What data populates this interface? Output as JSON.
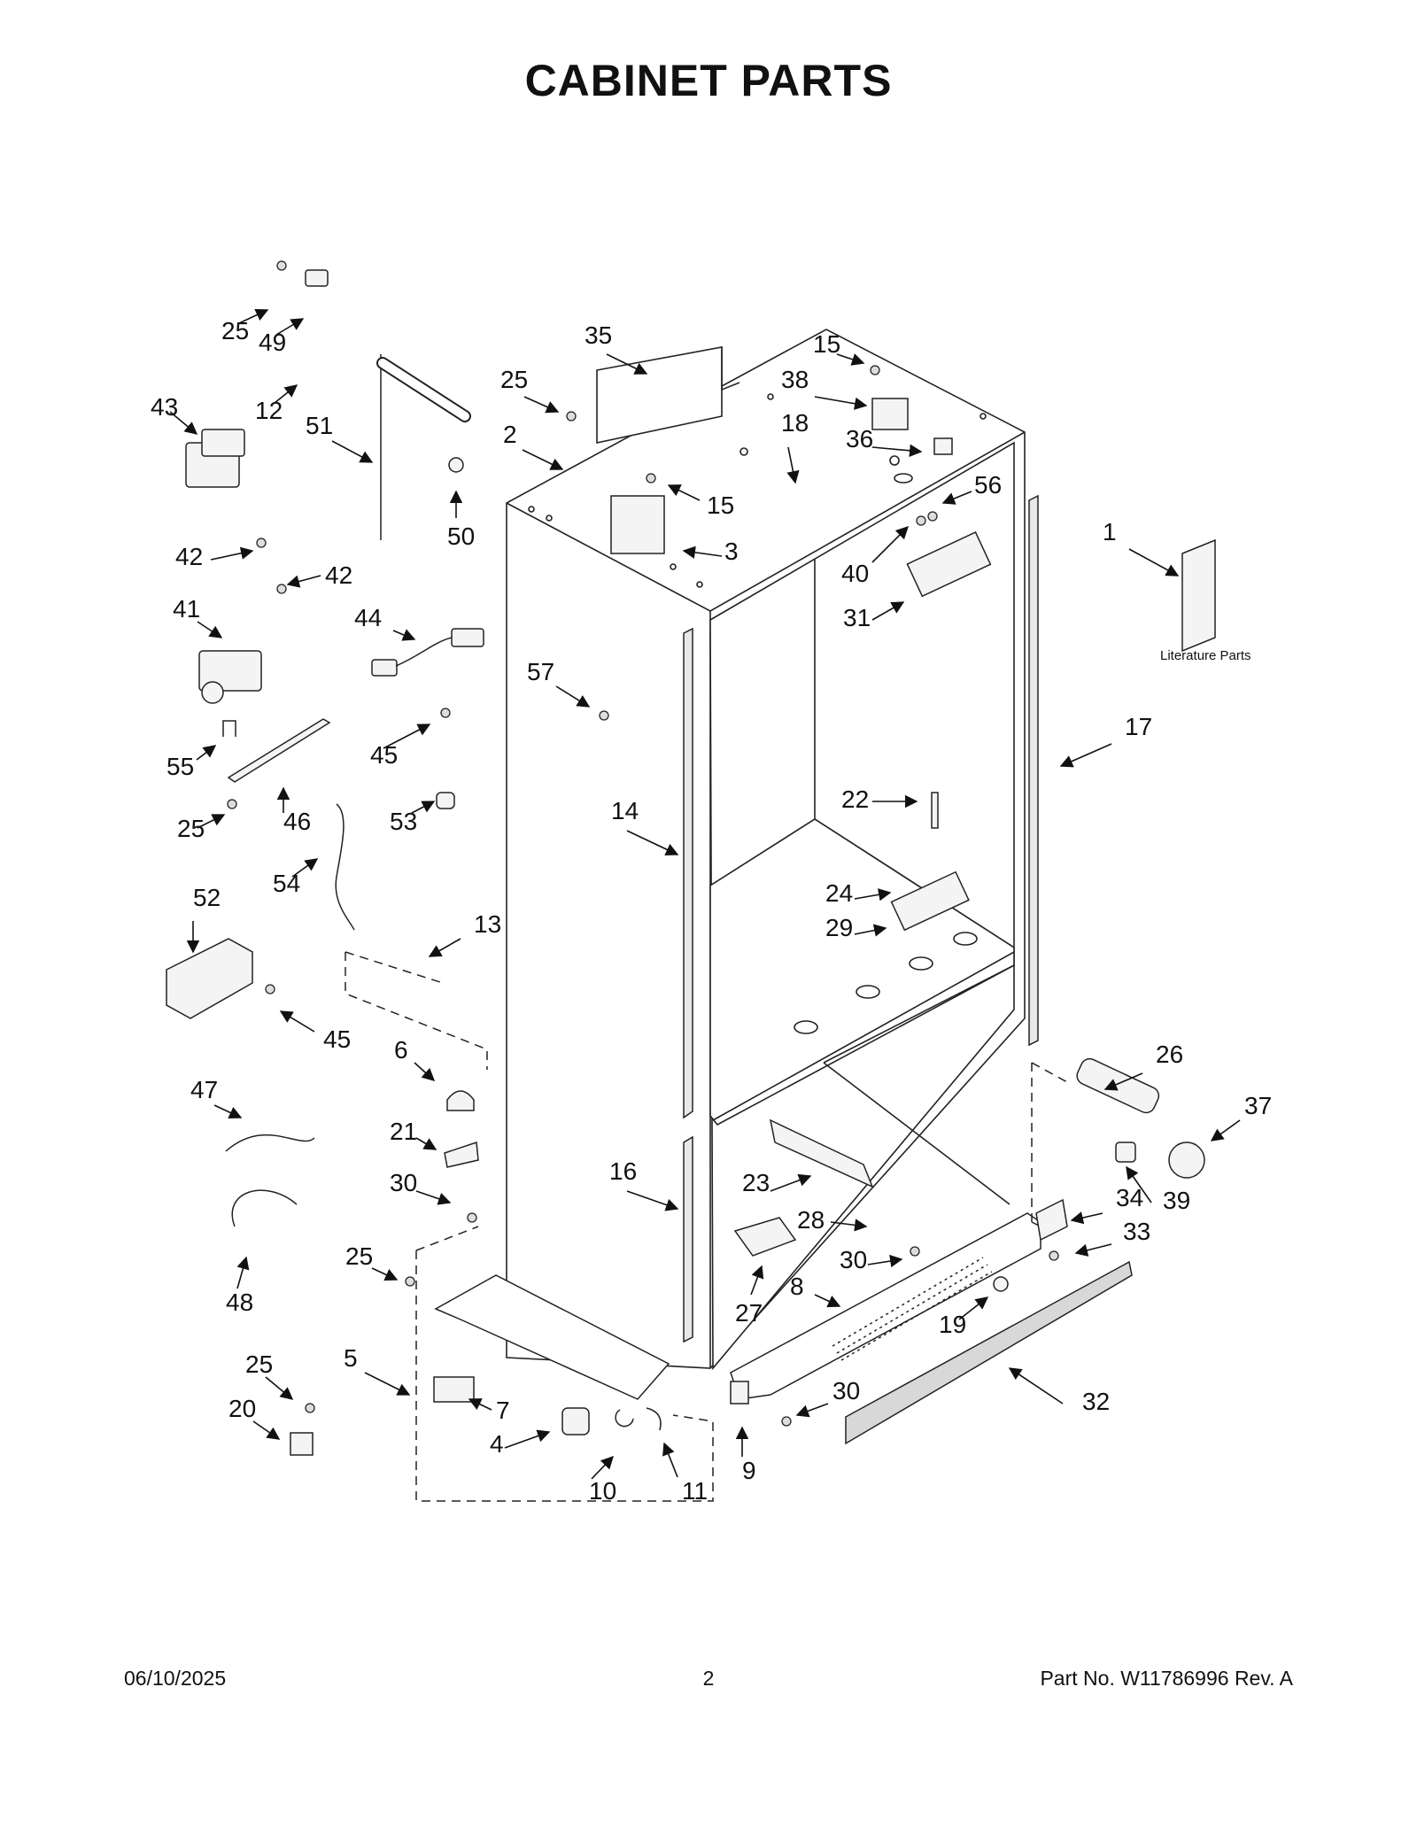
{
  "title": "CABINET PARTS",
  "literature_label": "Literature Parts",
  "footer": {
    "date": "06/10/2025",
    "page": "2",
    "part_number": "Part No.  W11786996   Rev.  A"
  },
  "callouts": [
    {
      "key": "c25a",
      "label": "25"
    },
    {
      "key": "c49",
      "label": "49"
    },
    {
      "key": "c12",
      "label": "12"
    },
    {
      "key": "c43",
      "label": "43"
    },
    {
      "key": "c51",
      "label": "51"
    },
    {
      "key": "c50",
      "label": "50"
    },
    {
      "key": "c42a",
      "label": "42"
    },
    {
      "key": "c42b",
      "label": "42"
    },
    {
      "key": "c41",
      "label": "41"
    },
    {
      "key": "c44",
      "label": "44"
    },
    {
      "key": "c55",
      "label": "55"
    },
    {
      "key": "c45a",
      "label": "45"
    },
    {
      "key": "c46",
      "label": "46"
    },
    {
      "key": "c25b",
      "label": "25"
    },
    {
      "key": "c53",
      "label": "53"
    },
    {
      "key": "c54",
      "label": "54"
    },
    {
      "key": "c52",
      "label": "52"
    },
    {
      "key": "c13",
      "label": "13"
    },
    {
      "key": "c45b",
      "label": "45"
    },
    {
      "key": "c6",
      "label": "6"
    },
    {
      "key": "c47",
      "label": "47"
    },
    {
      "key": "c21",
      "label": "21"
    },
    {
      "key": "c30a",
      "label": "30"
    },
    {
      "key": "c48",
      "label": "48"
    },
    {
      "key": "c25c",
      "label": "25"
    },
    {
      "key": "c5",
      "label": "5"
    },
    {
      "key": "c25d",
      "label": "25"
    },
    {
      "key": "c20",
      "label": "20"
    },
    {
      "key": "c7",
      "label": "7"
    },
    {
      "key": "c4",
      "label": "4"
    },
    {
      "key": "c10",
      "label": "10"
    },
    {
      "key": "c11",
      "label": "11"
    },
    {
      "key": "c35",
      "label": "35"
    },
    {
      "key": "c25e",
      "label": "25"
    },
    {
      "key": "c2",
      "label": "2"
    },
    {
      "key": "c15a",
      "label": "15"
    },
    {
      "key": "c3",
      "label": "3"
    },
    {
      "key": "c18",
      "label": "18"
    },
    {
      "key": "c15b",
      "label": "15"
    },
    {
      "key": "c38",
      "label": "38"
    },
    {
      "key": "c36",
      "label": "36"
    },
    {
      "key": "c56",
      "label": "56"
    },
    {
      "key": "c40",
      "label": "40"
    },
    {
      "key": "c31",
      "label": "31"
    },
    {
      "key": "c1",
      "label": "1"
    },
    {
      "key": "c57",
      "label": "57"
    },
    {
      "key": "c17",
      "label": "17"
    },
    {
      "key": "c14",
      "label": "14"
    },
    {
      "key": "c22",
      "label": "22"
    },
    {
      "key": "c24",
      "label": "24"
    },
    {
      "key": "c29",
      "label": "29"
    },
    {
      "key": "c26",
      "label": "26"
    },
    {
      "key": "c37",
      "label": "37"
    },
    {
      "key": "c16",
      "label": "16"
    },
    {
      "key": "c23",
      "label": "23"
    },
    {
      "key": "c34",
      "label": "34"
    },
    {
      "key": "c39",
      "label": "39"
    },
    {
      "key": "c28",
      "label": "28"
    },
    {
      "key": "c33",
      "label": "33"
    },
    {
      "key": "c30b",
      "label": "30"
    },
    {
      "key": "c8",
      "label": "8"
    },
    {
      "key": "c27",
      "label": "27"
    },
    {
      "key": "c19",
      "label": "19"
    },
    {
      "key": "c30c",
      "label": "30"
    },
    {
      "key": "c9",
      "label": "9"
    },
    {
      "key": "c32",
      "label": "32"
    }
  ]
}
